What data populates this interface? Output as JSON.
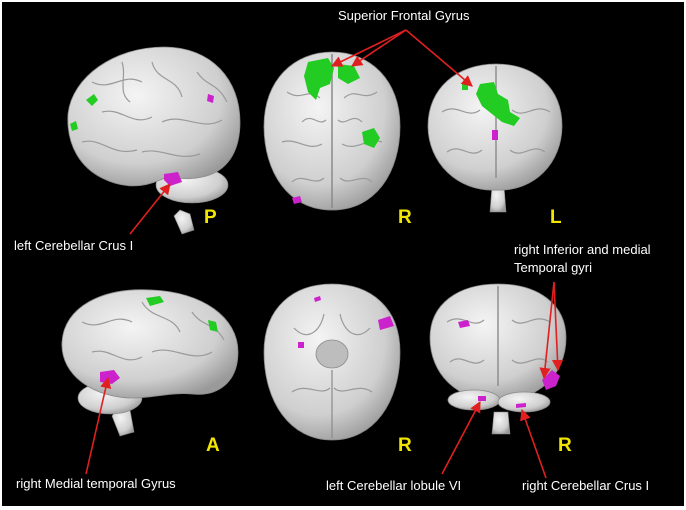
{
  "annotations": {
    "superior_frontal": "Superior Frontal Gyrus",
    "left_crus_top": "left Cerebellar Crus I",
    "right_inferior_line1": "right Inferior and medial",
    "right_inferior_line2": "Temporal gyri",
    "right_medial": "right Medial temporal Gyrus",
    "left_lobule": "left Cerebellar lobule VI",
    "right_crus": "right Cerebellar Crus I"
  },
  "orientation_labels": {
    "top_left": "P",
    "top_middle": "R",
    "top_right": "L",
    "bottom_left": "A",
    "bottom_middle": "R",
    "bottom_right": "R"
  },
  "colors": {
    "background": "#000000",
    "brain": "#d9d9d9",
    "activation_green": "#22cc22",
    "activation_magenta": "#cc22cc",
    "arrow": "#e02020",
    "orientation_label": "#f2e600",
    "text": "#ffffff"
  }
}
